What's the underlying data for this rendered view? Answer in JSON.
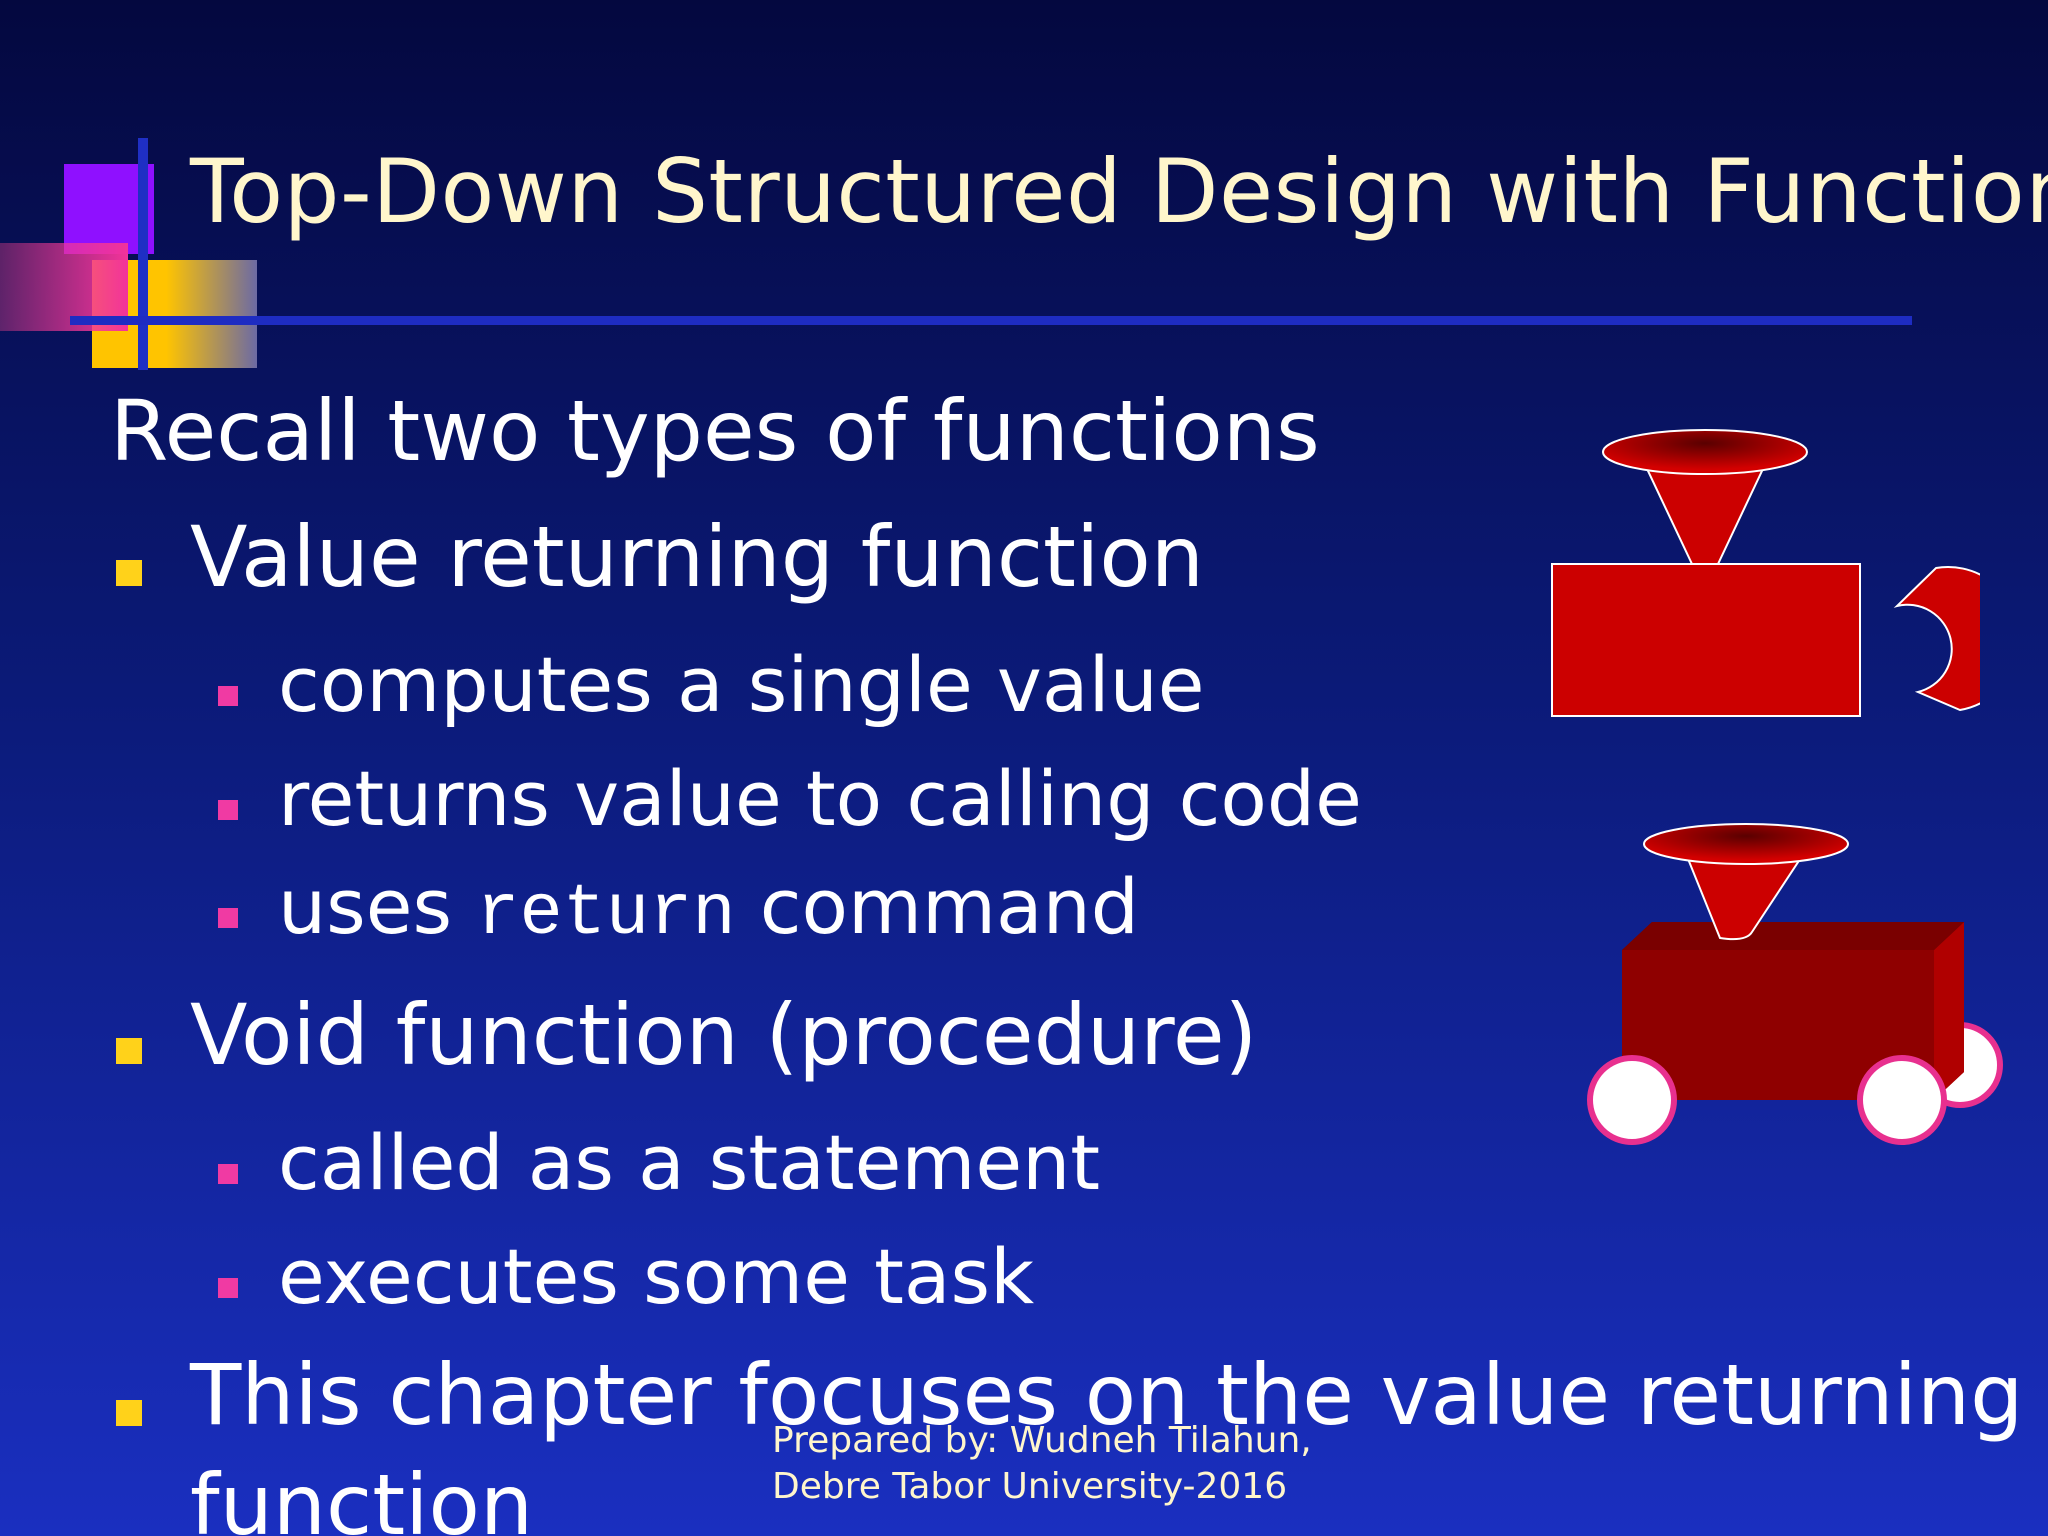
{
  "slide": {
    "title": "Top-Down Structured Design with Functions",
    "intro": "Recall two types of functions",
    "bullets": [
      {
        "label": "Value returning function",
        "subs": [
          "computes a single value",
          "returns value to calling code"
        ],
        "uses_prefix": "uses ",
        "uses_code": "return",
        "uses_suffix": " command"
      },
      {
        "label": "Void function (procedure)",
        "subs": [
          "called as a statement",
          "executes some task"
        ]
      }
    ],
    "focus_line1": "This chapter focuses on the value returning",
    "focus_line2": "function",
    "footer_line1": "Prepared by: Wudneh Tilahun,",
    "footer_line2": "Debre Tabor University-2016"
  },
  "colors": {
    "title": "#fff6cc",
    "bullet_level1": "#ffd21a",
    "bullet_level2": "#f03aa3",
    "illustration_red": "#cc0000"
  },
  "icons": [
    "funnel-machine-icon",
    "funnel-wagon-icon"
  ]
}
